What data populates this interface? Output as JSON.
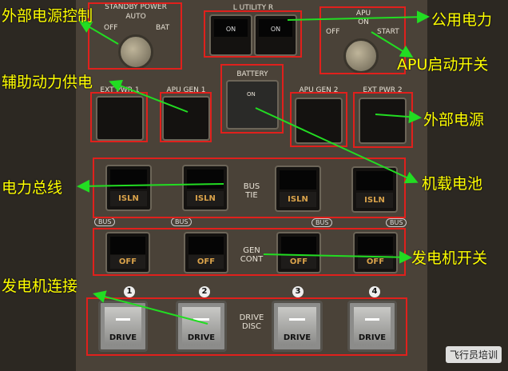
{
  "annotations": {
    "standby_power_control": "外部电源控制",
    "utility_power": "公用电力",
    "apu_start_switch": "APU启动开关",
    "apu_generator_power": "辅助动力供电",
    "external_power": "外部电源",
    "power_bus": "电力总线",
    "onboard_battery": "机载电池",
    "generator_switch": "发电机开关",
    "generator_drive": "发电机连接"
  },
  "panel": {
    "standby_power": {
      "title": "STANDBY POWER",
      "auto": "AUTO",
      "off": "OFF",
      "bat": "BAT"
    },
    "utility": {
      "title": "L  UTILITY  R",
      "left": "ON",
      "right": "ON"
    },
    "apu": {
      "title": "APU",
      "on": "ON",
      "off": "OFF",
      "start": "START"
    },
    "battery": {
      "title": "BATTERY",
      "lamp": "ON"
    },
    "ext_pwr_1": "EXT PWR 1",
    "apu_gen_1": "APU GEN 1",
    "apu_gen_2": "APU GEN 2",
    "ext_pwr_2": "EXT PWR 2",
    "bus_tie": {
      "label": "BUS\nTIE",
      "lamp": "ISLN",
      "bus": "BUS"
    },
    "gen_cont": {
      "label": "GEN\nCONT",
      "lamp": "OFF"
    },
    "drive_disc": {
      "label": "DRIVE\nDISC",
      "lamp": "DRIVE",
      "numbers": [
        "1",
        "2",
        "3",
        "4"
      ]
    }
  },
  "watermark": "飞行员培训",
  "colors": {
    "annotation": "#ffff00",
    "arrow": "#22dd22",
    "box": "#e0201c"
  }
}
